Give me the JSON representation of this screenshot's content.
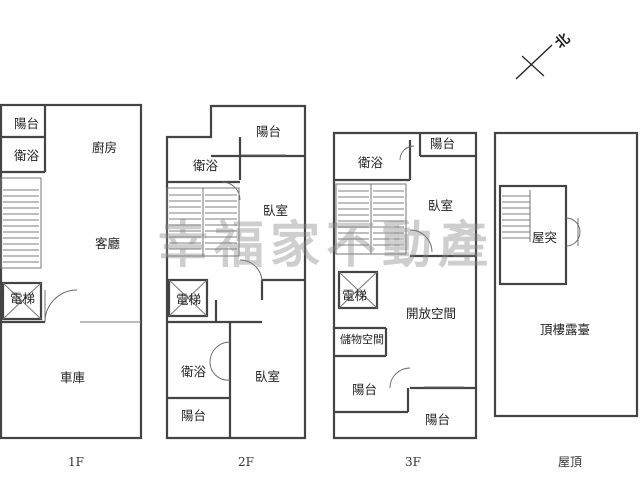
{
  "north": {
    "label": "北"
  },
  "watermark": "幸福家不動產",
  "floors": [
    {
      "label": "1F",
      "rooms": [
        "陽台",
        "衛浴",
        "廚房",
        "客廳",
        "電梯",
        "車庫"
      ]
    },
    {
      "label": "2F",
      "rooms": [
        "陽台",
        "衛浴",
        "臥室",
        "電梯",
        "衛浴",
        "臥室",
        "陽台"
      ]
    },
    {
      "label": "3F",
      "rooms": [
        "陽台",
        "衛浴",
        "臥室",
        "電梯",
        "開放空間",
        "儲物空間",
        "陽台",
        "陽台"
      ]
    },
    {
      "label": "屋頂",
      "rooms": [
        "屋突",
        "頂樓露臺"
      ]
    }
  ]
}
